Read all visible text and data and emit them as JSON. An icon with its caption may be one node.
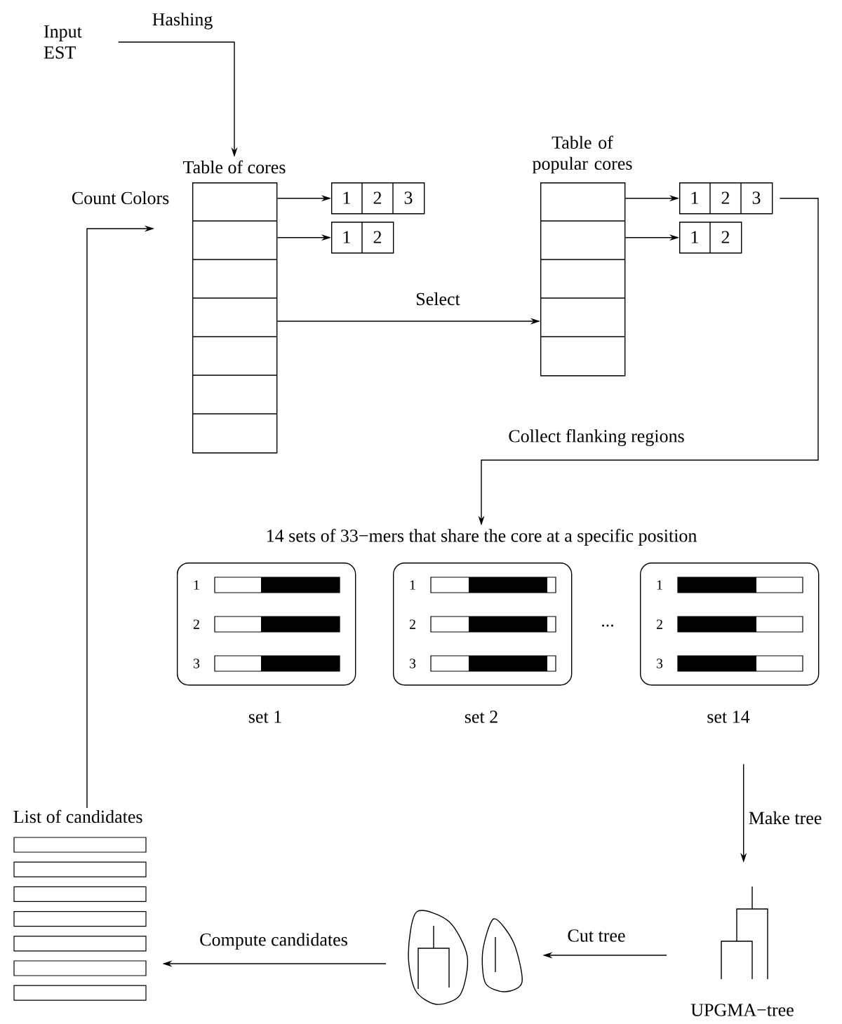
{
  "diagram": {
    "nodes": [
      {
        "text": [
          "Input EST"
        ]
      },
      {
        "text": [
          "Table of cores"
        ]
      },
      {
        "text": [
          "1",
          "2",
          "3"
        ]
      },
      {
        "text": [
          "1",
          "2"
        ]
      },
      {
        "text": [
          "Table of popular cores"
        ]
      },
      {
        "text": [
          "1",
          "2",
          "3"
        ]
      },
      {
        "text": [
          "1",
          "2"
        ]
      },
      {
        "text": [
          "14 sets of 33−mers that share the core at a specific position"
        ]
      },
      {
        "text": [
          "1",
          "2",
          "3"
        ],
        "beside": [
          "set 1"
        ]
      },
      {
        "text": [
          "1",
          "2",
          "3"
        ],
        "beside": [
          "set 2"
        ]
      },
      {
        "text": [
          "1",
          "2",
          "3"
        ],
        "beside": [
          "set 14"
        ]
      },
      {
        "text": [
          "List of candidates"
        ]
      },
      {
        "text": [],
        "shape": "picture"
      },
      {
        "text": [],
        "shape": "picture",
        "beside": [
          "UPGMA−tree"
        ]
      }
    ],
    "edges": [
      {
        "from": 0,
        "to": 1,
        "arrow": "to",
        "label": "Hashing"
      },
      {
        "from": 1,
        "to": 2,
        "arrow": "to"
      },
      {
        "from": 1,
        "to": 3,
        "arrow": "to"
      },
      {
        "from": 1,
        "to": 4,
        "arrow": "to",
        "label": "Select"
      },
      {
        "from": 4,
        "to": 5,
        "arrow": "to"
      },
      {
        "from": 4,
        "to": 6,
        "arrow": "to"
      },
      {
        "from": 5,
        "to": 7,
        "arrow": "to",
        "label": "Collect flanking regions"
      },
      {
        "from": 10,
        "to": 13,
        "arrow": "to",
        "label": "Make tree"
      },
      {
        "from": 13,
        "to": 12,
        "arrow": "to",
        "label": "Cut tree"
      },
      {
        "from": 12,
        "to": 11,
        "arrow": "to",
        "label": "Compute candidates"
      },
      {
        "from": 11,
        "to": 1,
        "arrow": "to",
        "label": "Count Colors"
      }
    ],
    "labels": [
      "..."
    ]
  }
}
